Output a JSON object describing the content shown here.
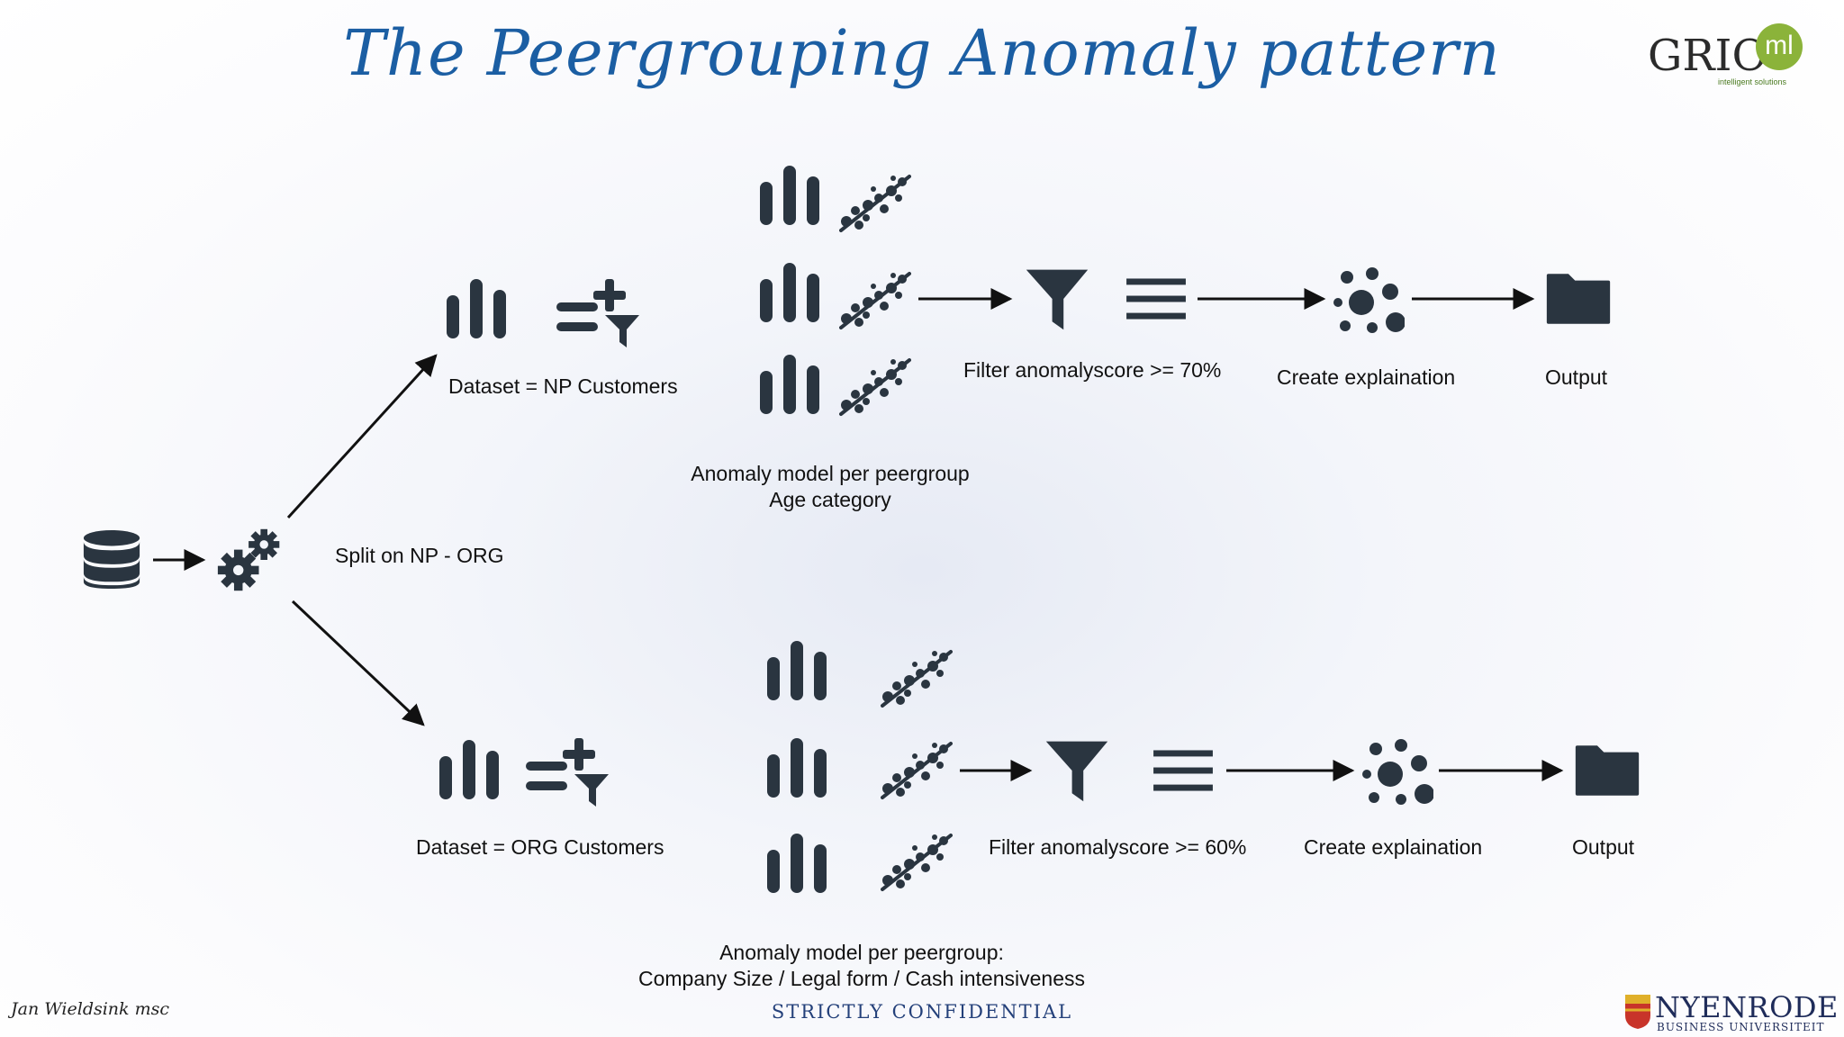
{
  "title": "The Peergrouping Anomaly pattern",
  "logo": {
    "brand": "GRIO",
    "badge": "ml",
    "tagline": "intelligent solutions"
  },
  "split_label": "Split on NP - ORG",
  "top": {
    "dataset_label": "Dataset = NP Customers",
    "model_label_line1": "Anomaly model per peergroup",
    "model_label_line2": "Age category",
    "filter_label": "Filter anomalyscore >= 70%",
    "explain_label": "Create explaination",
    "output_label": "Output"
  },
  "bottom": {
    "dataset_label": "Dataset = ORG Customers",
    "model_label_line1": "Anomaly model per peergroup:",
    "model_label_line2": "Company Size / Legal form / Cash intensiveness",
    "filter_label": "Filter anomalyscore >= 60%",
    "explain_label": "Create explaination",
    "output_label": "Output"
  },
  "footer": {
    "confidential": "STRICTLY CONFIDENTIAL",
    "signature": "Jan Wieldsink msc",
    "university_name": "NYENRODE",
    "university_sub": "BUSINESS UNIVERSITEIT"
  },
  "colors": {
    "icon": "#2a3540",
    "title": "#1b5ea3",
    "arrow": "#111111"
  },
  "icons": [
    "database-icon",
    "gears-icon",
    "bar-chart-icon",
    "add-filter-icon",
    "scatter-icon",
    "funnel-icon",
    "list-icon",
    "cluster-icon",
    "folder-icon"
  ]
}
